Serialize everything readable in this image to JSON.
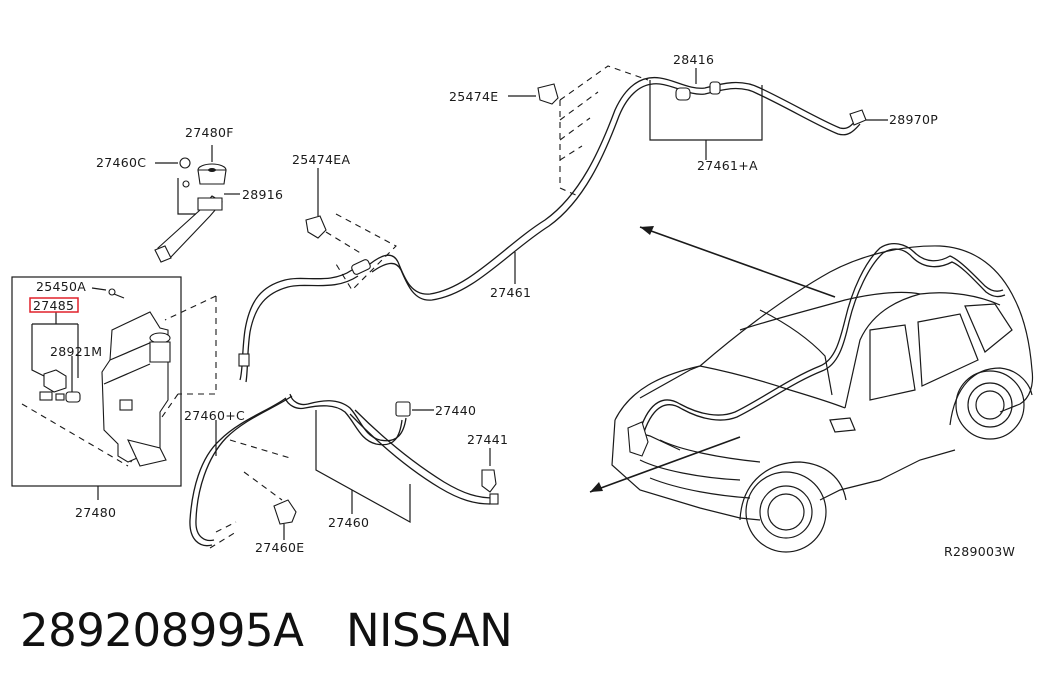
{
  "diagram": {
    "ref_code": "R289003W",
    "highlight_color": "#e0202a",
    "part_labels": {
      "p25474E": "25474E",
      "p28416": "28416",
      "p28970P": "28970P",
      "p27461A": "27461+A",
      "p27480F": "27480F",
      "p27460C": "27460C",
      "p28916": "28916",
      "p25474EA": "25474EA",
      "p27461": "27461",
      "p25450A": "25450A",
      "p27485": "27485",
      "p28921M": "28921M",
      "p27460Cplus": "27460+C",
      "p27440": "27440",
      "p27441": "27441",
      "p27480": "27480",
      "p27460": "27460",
      "p27460E": "27460E"
    }
  },
  "footer": {
    "part_number": "289208995A",
    "brand": "NISSAN"
  }
}
